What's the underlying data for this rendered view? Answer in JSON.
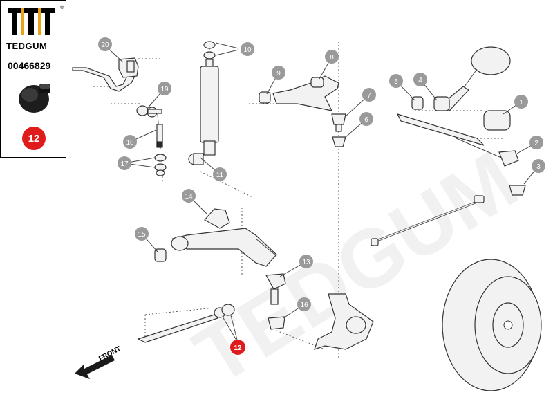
{
  "brand": {
    "name": "TEDGUM",
    "registered": "®"
  },
  "part_number": "00466829",
  "highlight": {
    "label": "12",
    "color": "#e01b1b"
  },
  "front_label": "FRONT",
  "watermark": "TEDGUM",
  "colors": {
    "badge_gray": "#9a9a9a",
    "highlight_red": "#e01b1b"
  },
  "callouts": [
    "1",
    "2",
    "3",
    "4",
    "5",
    "6",
    "7",
    "8",
    "9",
    "10",
    "11",
    "13",
    "14",
    "15",
    "16",
    "17",
    "18",
    "19",
    "20"
  ]
}
